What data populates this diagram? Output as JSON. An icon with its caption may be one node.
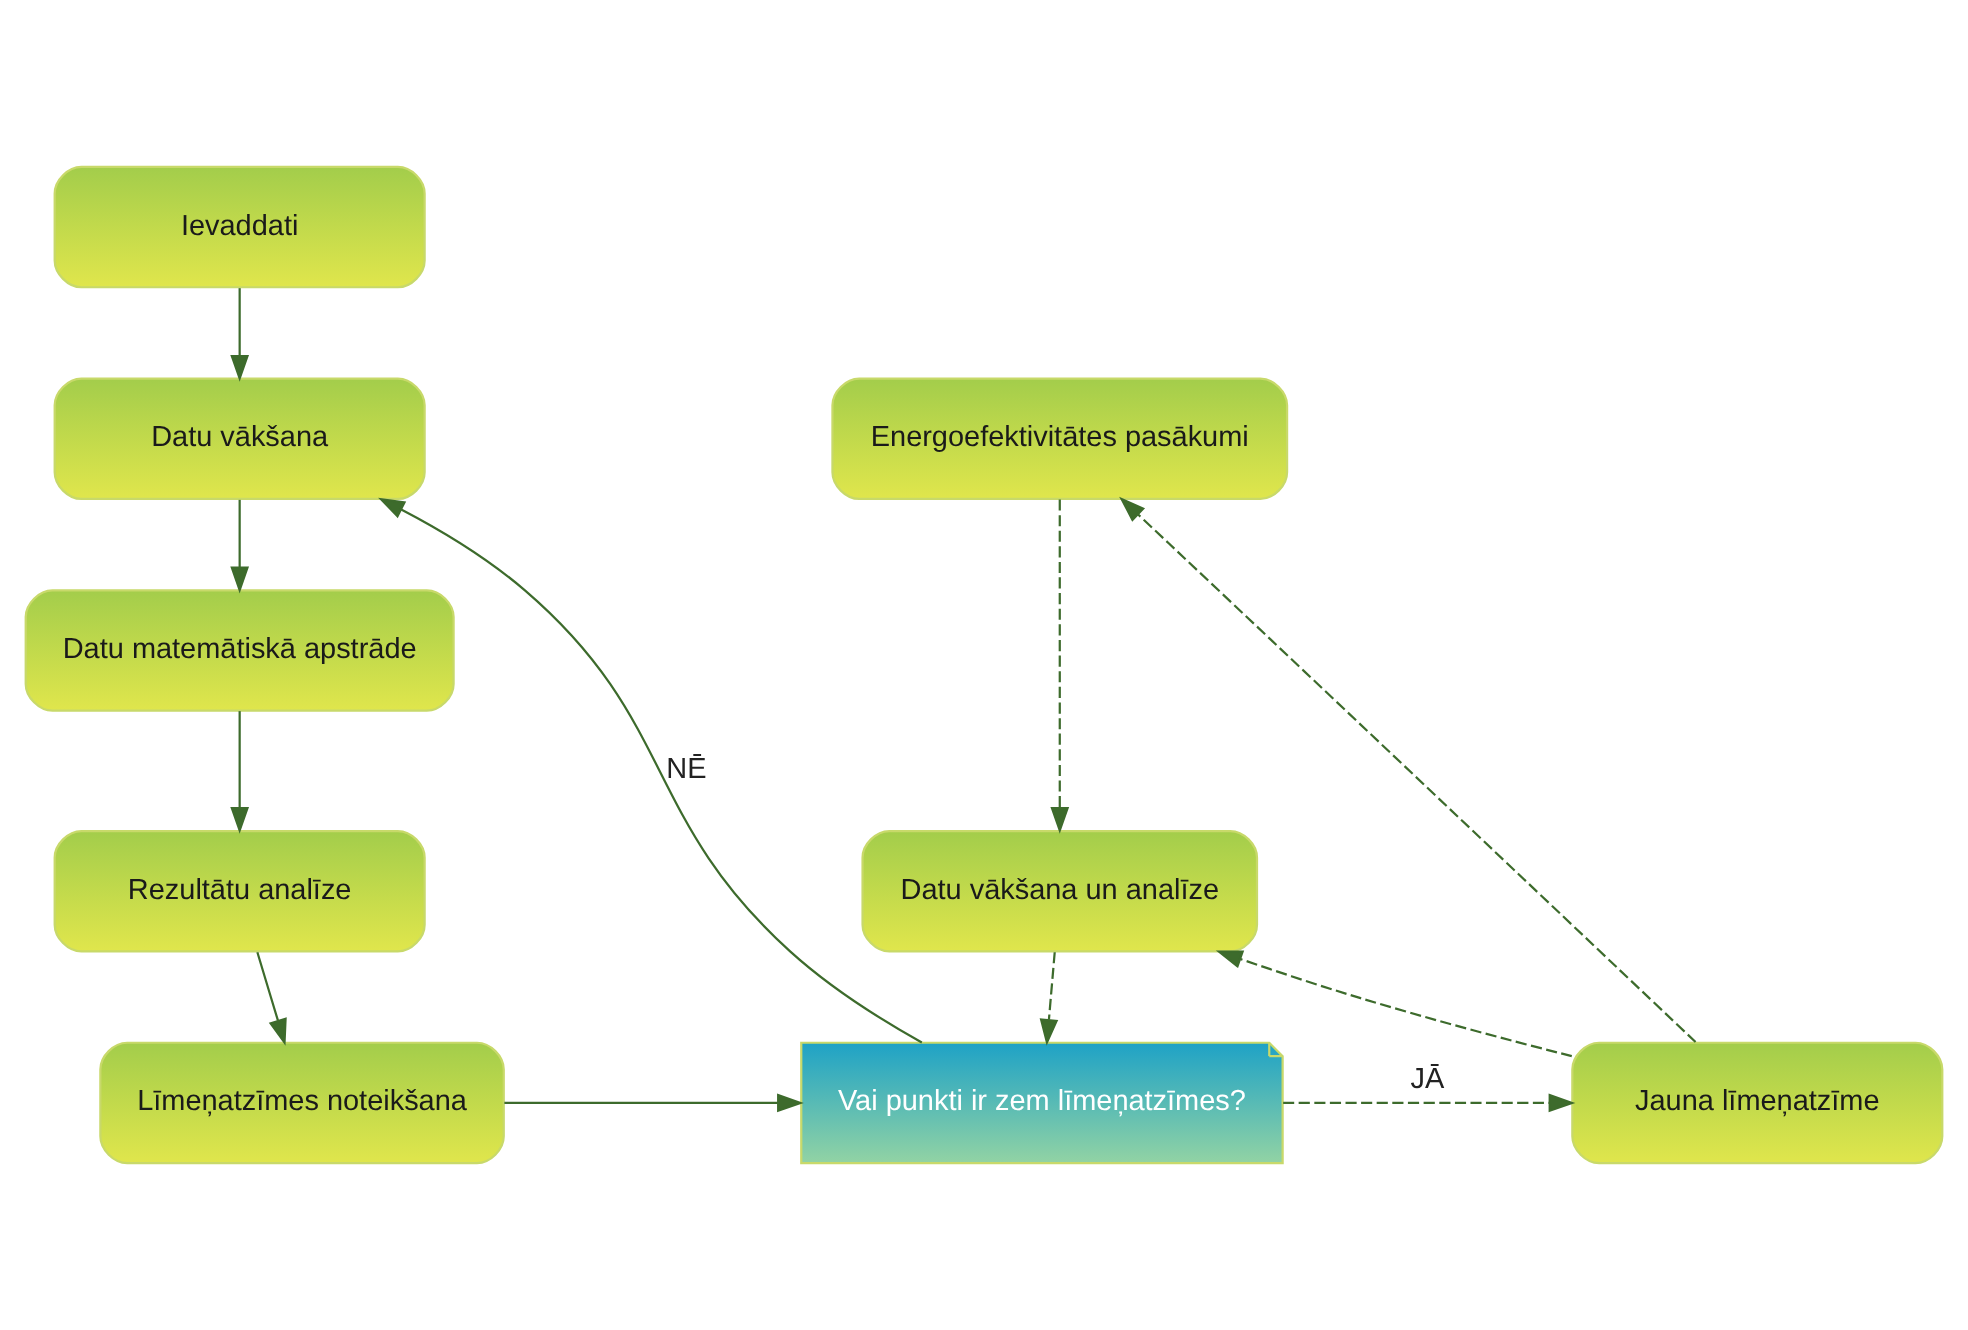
{
  "diagram": {
    "nodes": [
      {
        "text": [
          "Ievaddati"
        ]
      },
      {
        "text": [
          "Datu vākšana"
        ]
      },
      {
        "text": [
          "Datu matemātiskā apstrāde"
        ]
      },
      {
        "text": [
          "Rezultātu analīze"
        ]
      },
      {
        "text": [
          "Līmeņatzīmes noteikšana"
        ]
      },
      {
        "text": [
          "Energoefektivitātes pasākumi"
        ]
      },
      {
        "text": [
          "Datu vākšana un analīze"
        ]
      },
      {
        "text": [
          "Vai punkti ir zem līmeņatzīmes?"
        ]
      },
      {
        "text": [
          "Jauna līmeņatzīme"
        ]
      }
    ],
    "edges": [
      {
        "from": 0,
        "to": 1,
        "arrow": "to"
      },
      {
        "from": 1,
        "to": 2,
        "arrow": "to"
      },
      {
        "from": 2,
        "to": 3,
        "arrow": "to"
      },
      {
        "from": 3,
        "to": 4,
        "arrow": "to"
      },
      {
        "from": 4,
        "to": 7,
        "arrow": "to"
      },
      {
        "from": 7,
        "to": 1,
        "arrow": "to",
        "label": "NĒ"
      },
      {
        "from": 7,
        "to": 8,
        "arrow": "to",
        "label": "JĀ",
        "style": "dashed"
      },
      {
        "from": 8,
        "to": 5,
        "arrow": "to",
        "style": "dashed"
      },
      {
        "from": 8,
        "to": 6,
        "arrow": "to",
        "style": "dashed"
      },
      {
        "from": 5,
        "to": 6,
        "arrow": "to",
        "style": "dashed"
      },
      {
        "from": 6,
        "to": 7,
        "arrow": "to",
        "style": "dashed"
      }
    ]
  }
}
